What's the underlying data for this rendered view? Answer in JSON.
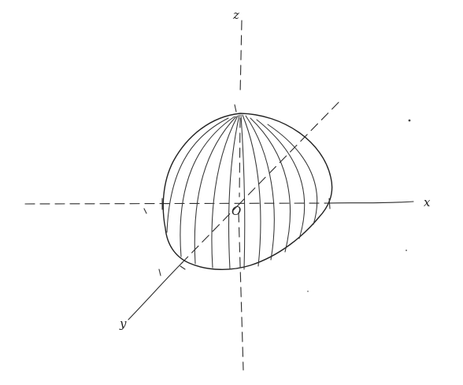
{
  "axes": {
    "x_label": "x",
    "y_label": "y",
    "z_label": "z",
    "origin_label": "O"
  },
  "ticks": {
    "z_top": "1",
    "x_right": "1",
    "x_left": "1",
    "y_front": "1"
  },
  "colors": {
    "ink": "#2b2b2b",
    "paper": "#ffffff"
  }
}
